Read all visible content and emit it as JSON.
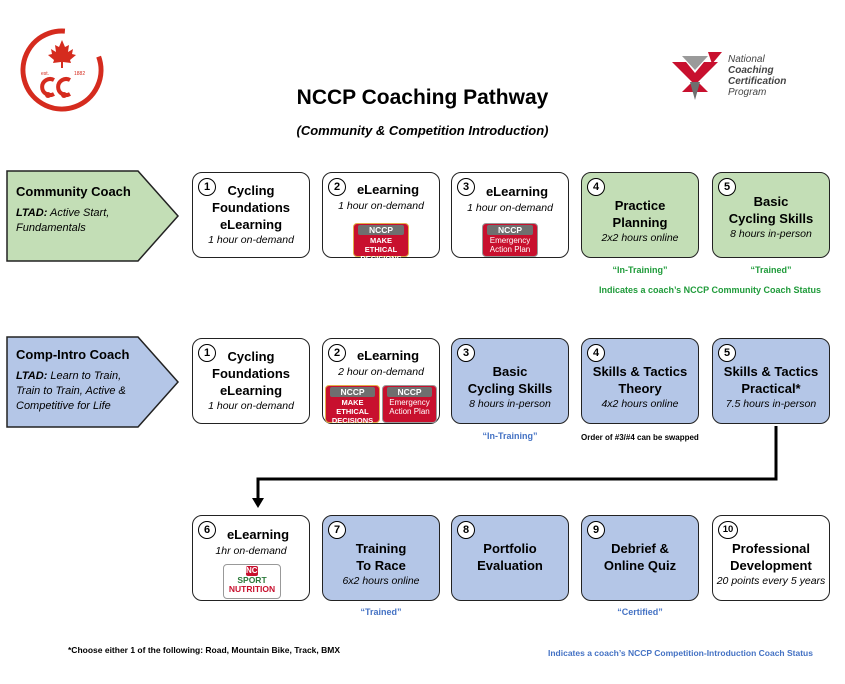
{
  "title": "NCCP Coaching Pathway",
  "subtitle": "(Community & Competition Introduction)",
  "logos": {
    "cycling_canada_icon": "cycling-canada-logo",
    "cc_est": "est.",
    "cc_year": "1882",
    "nccp_line1": "National",
    "nccp_line2": "Coaching",
    "nccp_line3": "Certification",
    "nccp_line4": "Program"
  },
  "colors": {
    "green": "#c3deb6",
    "blue": "#b4c6e7",
    "status_green": "#1f9b3a",
    "status_blue": "#4472c4",
    "red": "#c8102e"
  },
  "community": {
    "label": "Community Coach",
    "ltad_prefix": "LTAD:",
    "ltad_line1": "Active Start,",
    "ltad_line2": "Fundamentals",
    "steps": [
      {
        "num": "1",
        "title1": "Cycling",
        "title2": "Foundations",
        "title3": "eLearning",
        "sub": "1 hour on-demand"
      },
      {
        "num": "2",
        "title1": "eLearning",
        "sub": "1 hour on-demand",
        "badge_nccp": "NCCP",
        "badge_l1": "MAKE",
        "badge_l2": "ETHICAL",
        "badge_l3": "DECISIONS"
      },
      {
        "num": "3",
        "title1": "eLearning",
        "sub": "1 hour on-demand",
        "badge_nccp": "NCCP",
        "badge_l1": "Emergency",
        "badge_l2": "Action Plan"
      },
      {
        "num": "4",
        "title1": "Practice",
        "title2": "Planning",
        "sub": "2x2 hours online"
      },
      {
        "num": "5",
        "title1": "Basic",
        "title2": "Cycling Skills",
        "sub": "8 hours in-person"
      }
    ],
    "status_in_training": "“In-Training”",
    "status_trained": "“Trained”",
    "status_note": "Indicates a coach’s NCCP Community Coach Status"
  },
  "comp_intro": {
    "label": "Comp-Intro Coach",
    "ltad_prefix": "LTAD:",
    "ltad_line1": "Learn to Train,",
    "ltad_line2": "Train to Train, Active &",
    "ltad_line3": "Competitive for Life",
    "steps": [
      {
        "num": "1",
        "title1": "Cycling",
        "title2": "Foundations",
        "title3": "eLearning",
        "sub": "1 hour on-demand"
      },
      {
        "num": "2",
        "title1": "eLearning",
        "sub": "2 hour on-demand",
        "badge_a_nccp": "NCCP",
        "badge_a_l1": "MAKE",
        "badge_a_l2": "ETHICAL",
        "badge_a_l3": "DECISIONS",
        "badge_b_nccp": "NCCP",
        "badge_b_l1": "Emergency",
        "badge_b_l2": "Action Plan"
      },
      {
        "num": "3",
        "title1": "Basic",
        "title2": "Cycling Skills",
        "sub": "8 hours in-person"
      },
      {
        "num": "4",
        "title1": "Skills & Tactics",
        "title2": "Theory",
        "sub": "4x2 hours online"
      },
      {
        "num": "5",
        "title1": "Skills & Tactics",
        "title2": "Practical*",
        "sub": "7.5 hours in-person"
      },
      {
        "num": "6",
        "title1": "eLearning",
        "sub": "1hr on-demand",
        "badge_nccp": "NCCP",
        "badge_l1": "SPORT",
        "badge_l2": "NUTRITION"
      },
      {
        "num": "7",
        "title1": "Training",
        "title2": "To Race",
        "sub": "6x2 hours online"
      },
      {
        "num": "8",
        "title1": "Portfolio",
        "title2": "Evaluation"
      },
      {
        "num": "9",
        "title1": "Debrief &",
        "title2": "Online Quiz"
      },
      {
        "num": "10",
        "title1": "Professional",
        "title2": "Development",
        "sub": "20 points every 5 years"
      }
    ],
    "status_in_training": "“In-Training”",
    "swap_note": "Order of #3/#4 can be swapped",
    "status_trained": "“Trained”",
    "status_certified": "“Certified”"
  },
  "footer_left": "*Choose either 1 of the following: Road, Mountain Bike, Track, BMX",
  "footer_right": "Indicates a coach’s NCCP Competition-Introduction Coach Status"
}
